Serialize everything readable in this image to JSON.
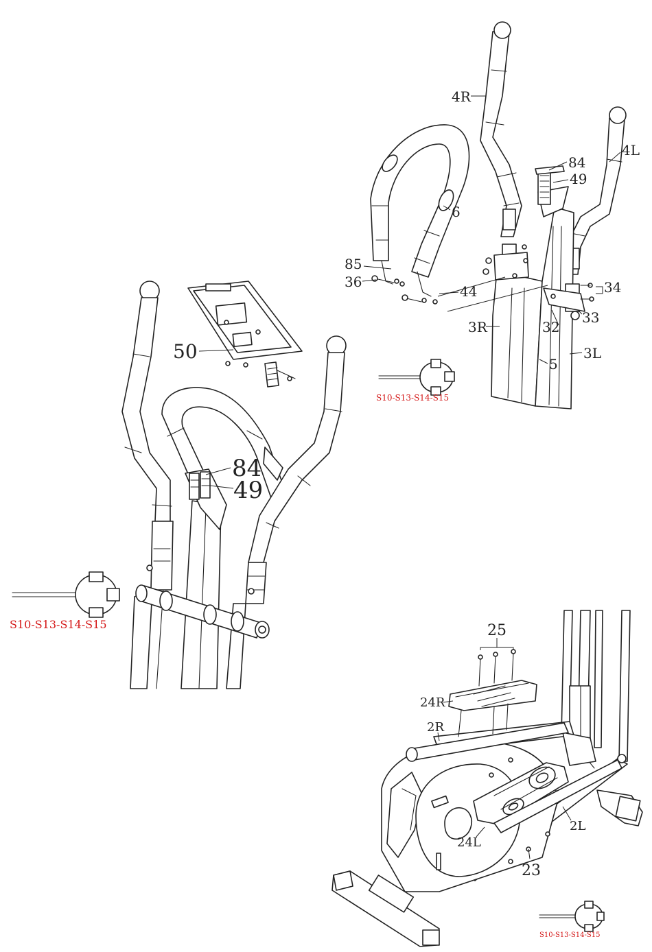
{
  "labels": {
    "upper": {
      "l4r": "4R",
      "l4l": "4L",
      "l84": "84",
      "l49": "49",
      "l6": "6",
      "l85": "85",
      "l36": "36",
      "l44": "44",
      "l34": "34",
      "l33": "33",
      "l3r": "3R",
      "l32": "32",
      "l3l": "3L",
      "l5": "5"
    },
    "middle": {
      "l50": "50",
      "l84": "84",
      "l49": "49"
    },
    "lower": {
      "l25": "25",
      "l24r": "24R",
      "l2r": "2R",
      "l2l": "2L",
      "l24l": "24L",
      "l23": "23"
    }
  },
  "tools": {
    "tool_upper": "S10-S13-S14-S15",
    "tool_middle": "S10-S13-S14-S15",
    "tool_lower": "S10-S13-S14-S15"
  },
  "colors": {
    "line": "#222222",
    "tool_label": "#d41616",
    "background": "#ffffff"
  }
}
